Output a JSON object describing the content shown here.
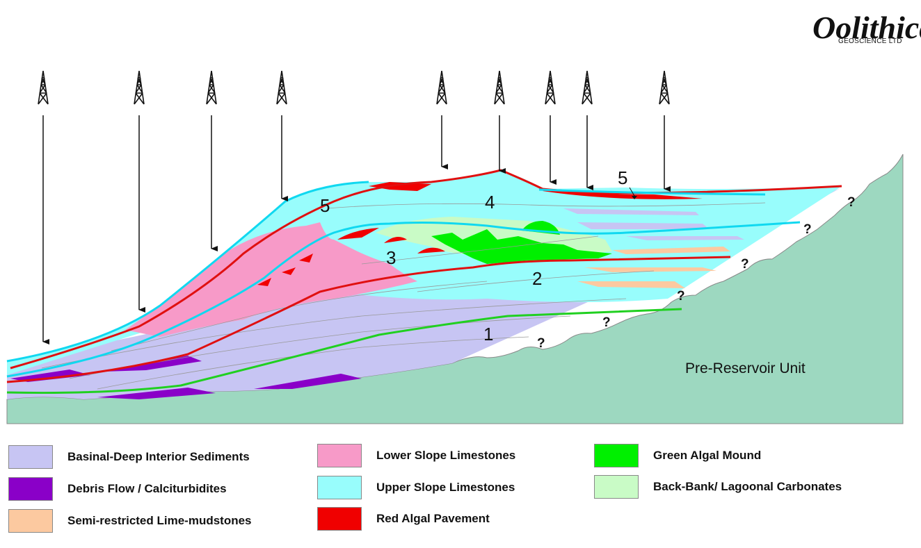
{
  "logo": {
    "name": "Oolithica",
    "subtitle": "GEOSCIENCE LTD"
  },
  "zones": [
    "1",
    "2",
    "3",
    "4",
    "5",
    "5"
  ],
  "unknown_marks": [
    "?",
    "?",
    "?",
    "?",
    "?",
    "?"
  ],
  "basement_label": "Pre-Reservoir Unit",
  "wells": {
    "count": 9,
    "icon": "drilling-rig-icon"
  },
  "legend": [
    {
      "label": "Basinal-Deep Interior Sediments",
      "color": "#c7c5f3"
    },
    {
      "label": "Debris Flow / Calciturbidites",
      "color": "#8a00c8"
    },
    {
      "label": "Semi-restricted Lime-mudstones",
      "color": "#fcc9a0"
    },
    {
      "label": "Lower Slope Limestones",
      "color": "#f79ac8"
    },
    {
      "label": "Upper Slope Limestones",
      "color": "#98fdfc"
    },
    {
      "label": "Red Algal Pavement",
      "color": "#f00000"
    },
    {
      "label": "Green Algal Mound",
      "color": "#00f000"
    },
    {
      "label": "Back-Bank/ Lagoonal Carbonates",
      "color": "#c9fbc6"
    }
  ],
  "colors": {
    "basement": "#9dd8c0",
    "boundary_red": "#e01010",
    "boundary_green": "#20d020",
    "boundary_cyan": "#10d8f0"
  }
}
